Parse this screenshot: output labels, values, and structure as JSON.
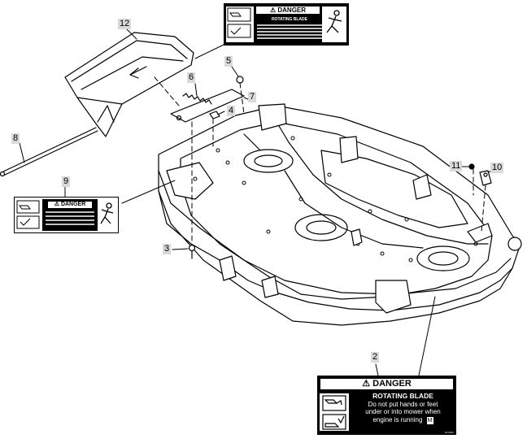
{
  "callouts": [
    "2",
    "3",
    "4",
    "5",
    "6",
    "7",
    "8",
    "9",
    "10",
    "11",
    "12"
  ],
  "decal_large": {
    "header": "⚠ DANGER",
    "title": "ROTATING BLADE",
    "line1": "Do not put hands or feet",
    "line2": "under or into mower when",
    "line3": "engine is running",
    "code": "M",
    "ref": "JD MFG"
  },
  "decal_top": {
    "header": "⚠ DANGER",
    "title": "ROTATING BLADE"
  },
  "decal_left": {
    "header": "⚠ DANGER"
  }
}
